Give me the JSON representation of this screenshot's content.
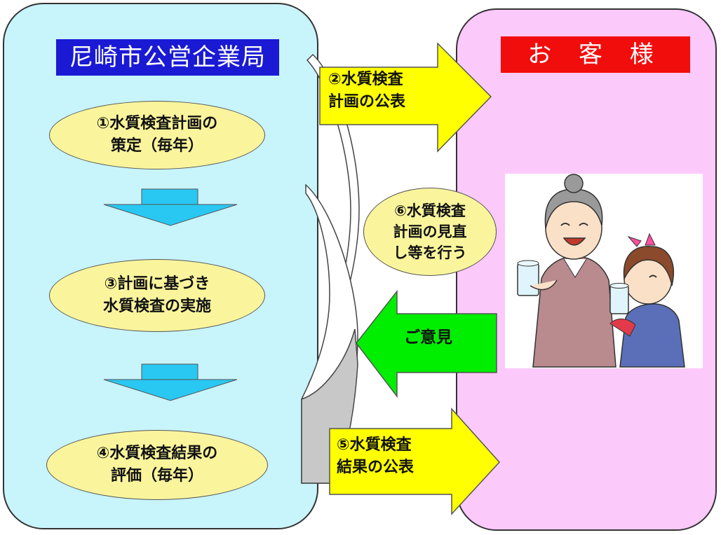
{
  "organization": {
    "title": "尼崎市公営企業局"
  },
  "customer": {
    "title": "お 客 様"
  },
  "steps": {
    "step1": "①水質検査計画の\n策定（毎年）",
    "step2": "②水質検査\n計画の公表",
    "step3": "③計画に基づき\n水質検査の実施",
    "step4": "④水質検査結果の\n評価（毎年）",
    "step5": "⑤水質検査\n結果の公表",
    "step6": "⑥水質検査\n計画の見直\nし等を行う"
  },
  "feedback": {
    "label": "ご意見"
  },
  "colors": {
    "left_panel": "#c8f4fb",
    "right_panel": "#fcc9fb",
    "org_title_bg": "#1a1ad4",
    "customer_title_bg": "#f20d0d",
    "step_ellipse": "#faf59c",
    "yellow_arrow": "#ffff00",
    "green_arrow": "#00ee00",
    "blue_arrow": "#29c8f2"
  }
}
